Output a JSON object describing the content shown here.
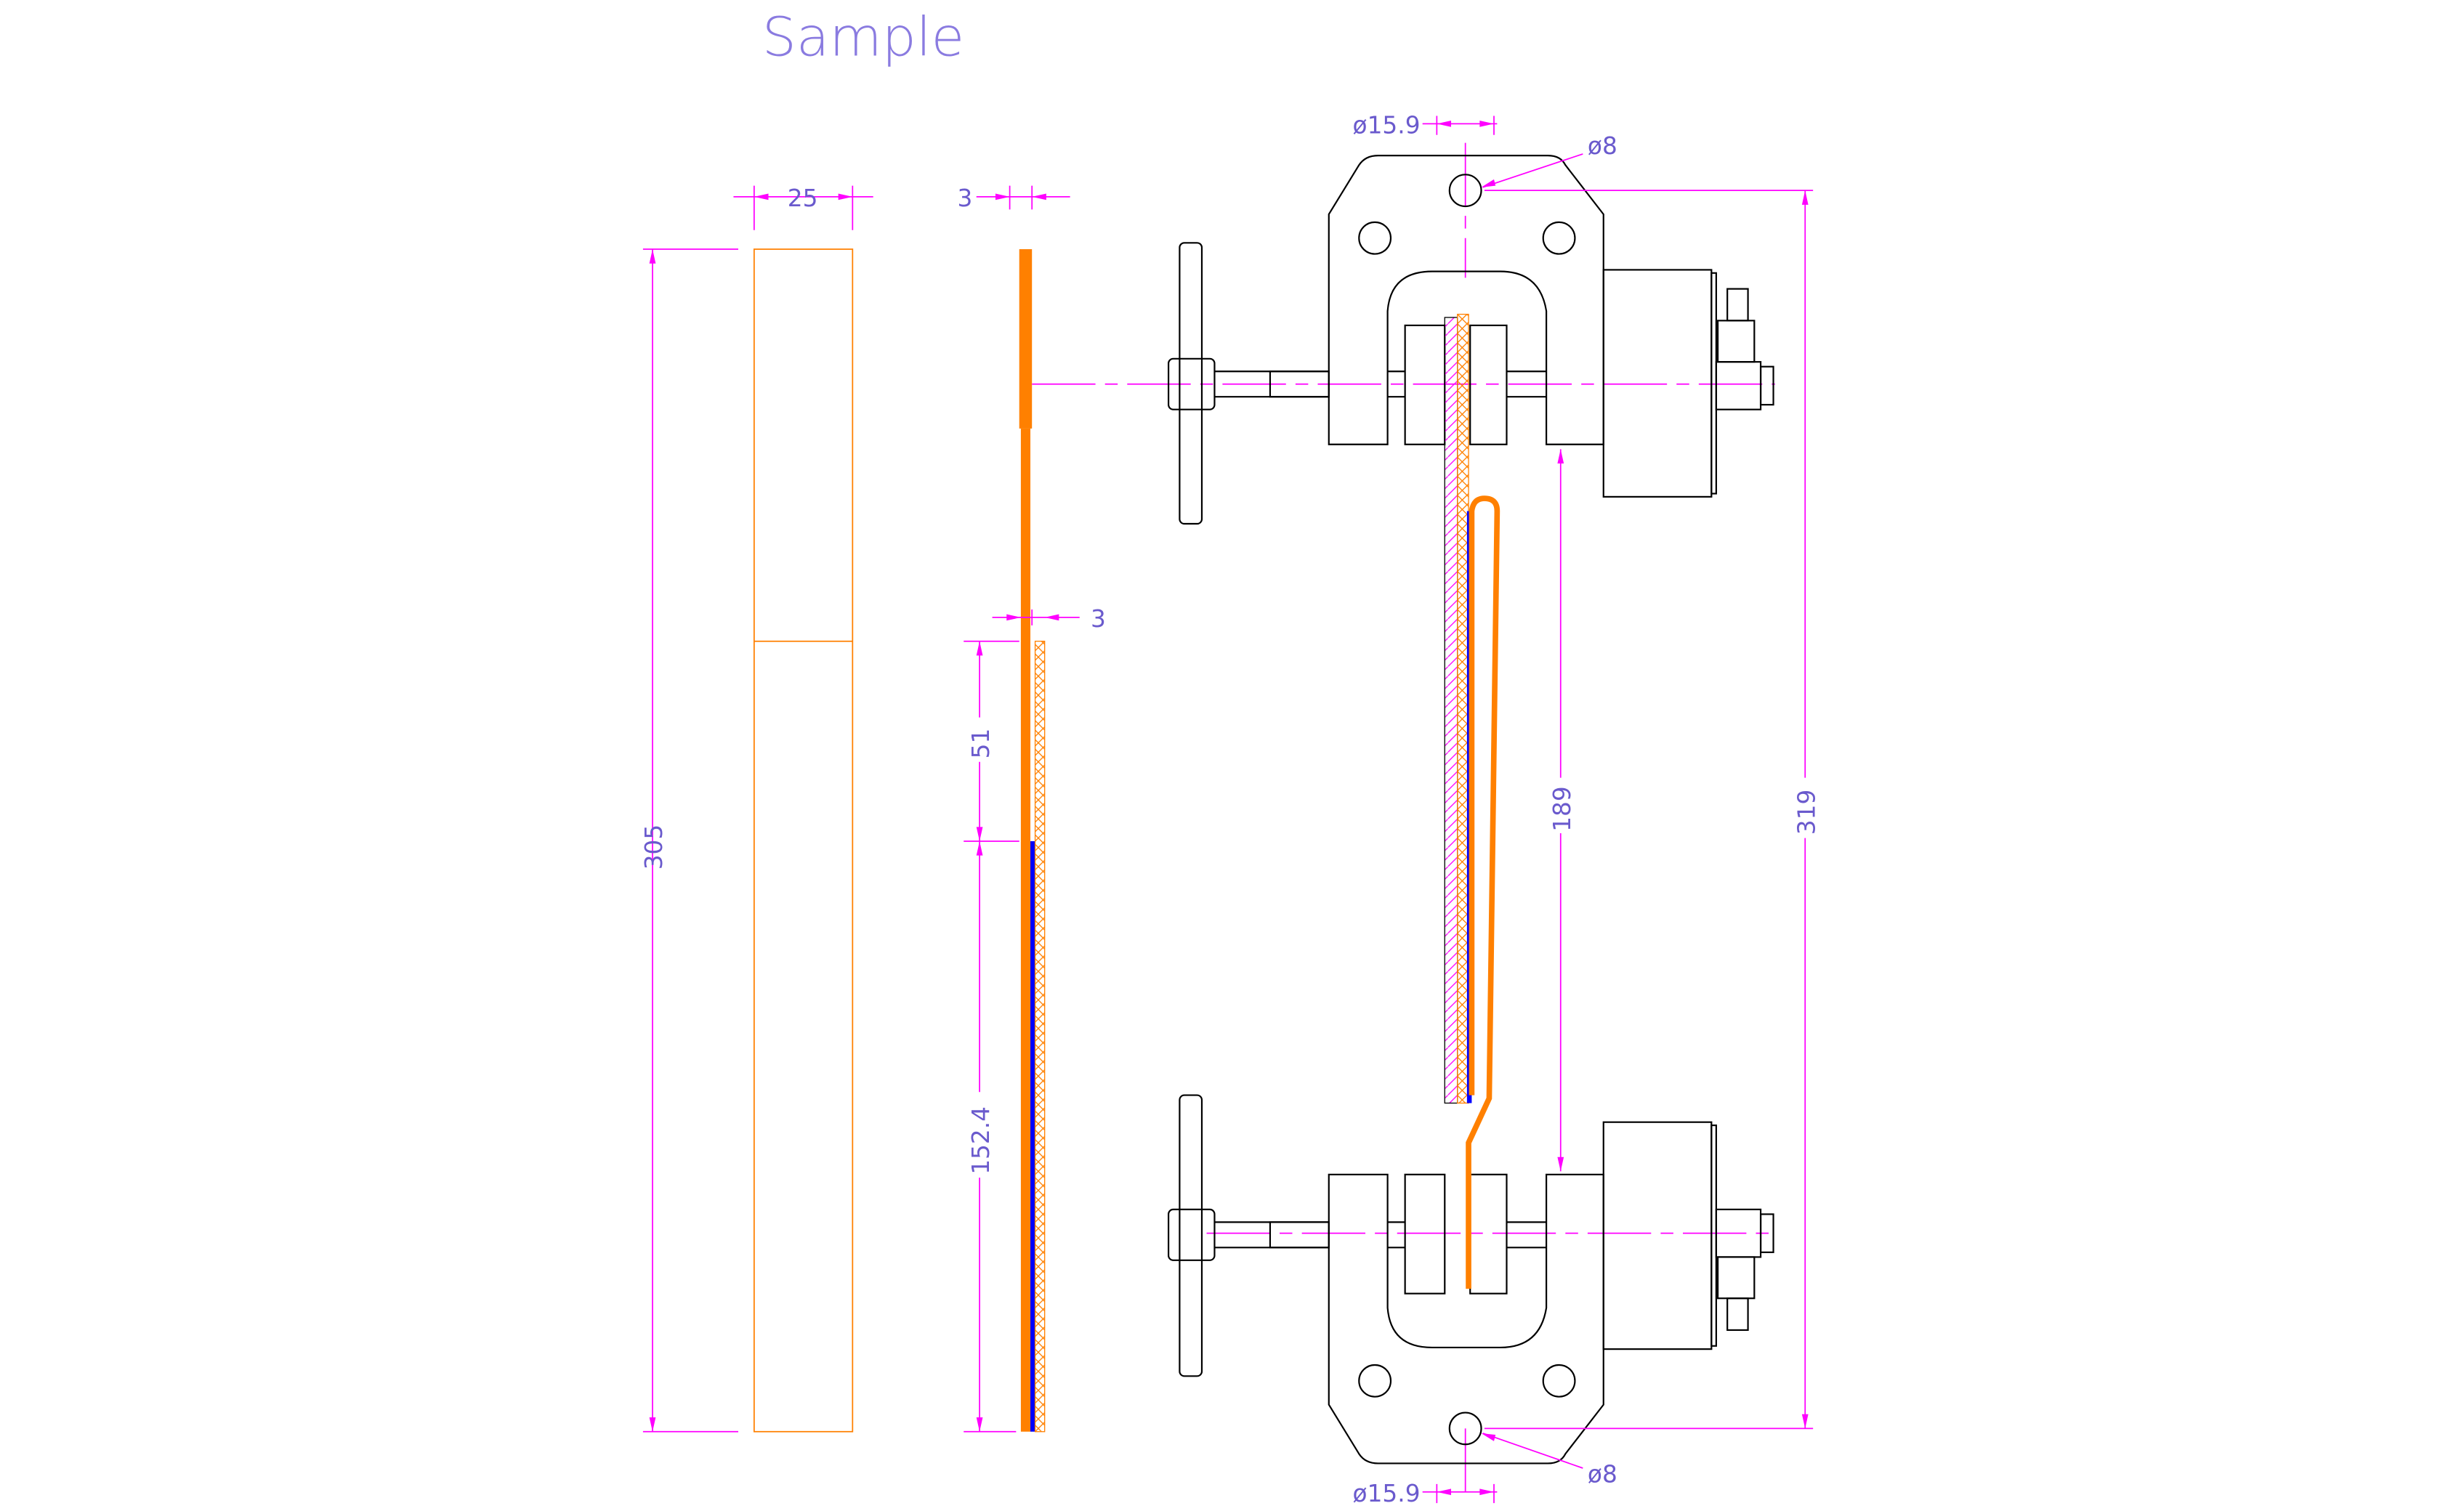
{
  "title": "Sample",
  "colors": {
    "specimen": "#ff8000",
    "adhesive": "#0000ff",
    "dimension": "#ff00ff",
    "text": "#6a5acd",
    "outline": "#000000"
  },
  "front_view": {
    "width_label": "25",
    "length_label": "305"
  },
  "side_view": {
    "thickness_top_label": "3",
    "thickness_lower_label": "3",
    "overlap_label": "51",
    "bond_label": "152.4"
  },
  "fixture": {
    "top_bore_label": "ø15.9",
    "top_hole_label": "ø8",
    "bottom_bore_label": "ø15.9",
    "bottom_hole_label": "ø8",
    "grip_gap_label": "189",
    "pin_to_pin_label": "319"
  }
}
